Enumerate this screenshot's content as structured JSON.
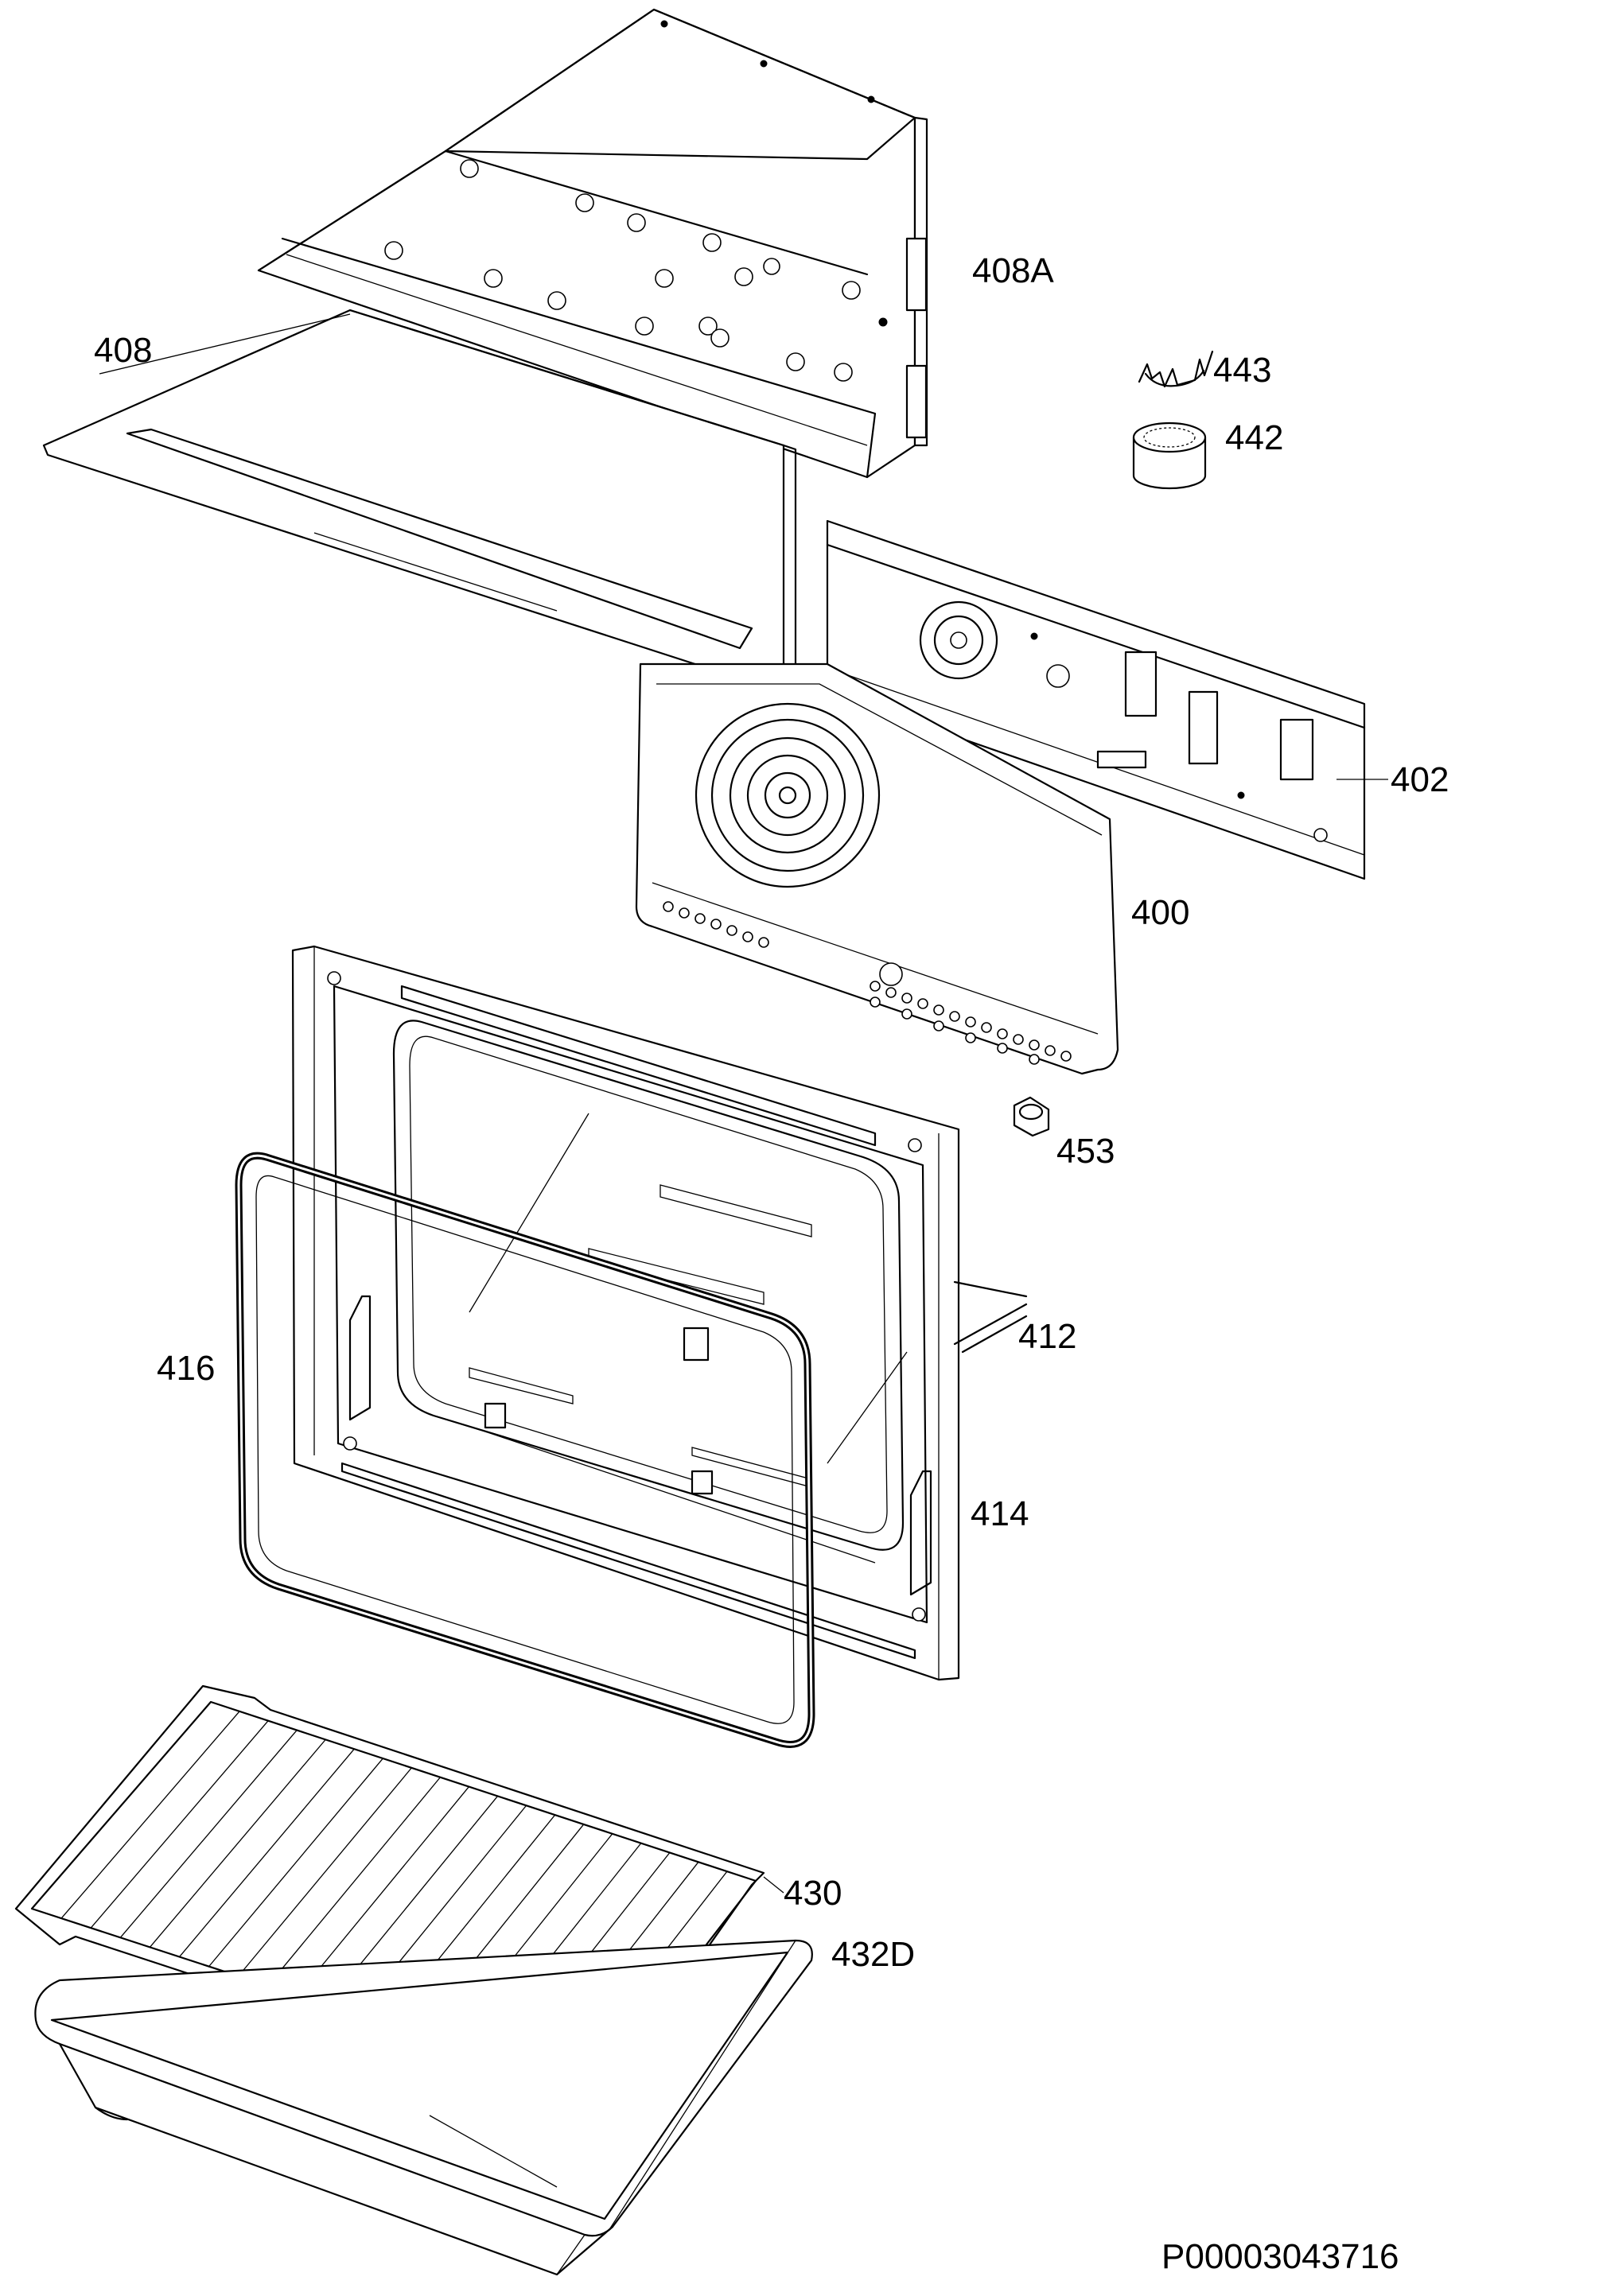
{
  "labels": {
    "l408A": "408A",
    "l408": "408",
    "l443": "443",
    "l442": "442",
    "l402": "402",
    "l400": "400",
    "l453": "453",
    "l412": "412",
    "l416": "416",
    "l414": "414",
    "l430": "430",
    "l432D": "432D"
  },
  "document_code": "P00003043716"
}
